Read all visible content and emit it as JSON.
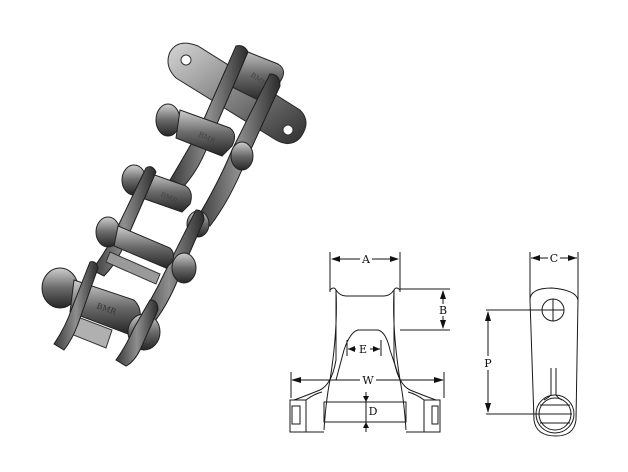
{
  "figure": {
    "title": "",
    "photo": {
      "subject": "roller-chain-with-attachment-photo",
      "stamp_text": "BMR"
    },
    "front_view": {
      "labels": {
        "A": "A",
        "B": "B",
        "E": "E",
        "W": "W",
        "D": "D"
      }
    },
    "side_view": {
      "labels": {
        "C": "C",
        "P": "P"
      }
    }
  },
  "colors": {
    "line": "#1a1a1a",
    "metal_dark": "#3b3b3b",
    "metal_mid": "#6e6e6e",
    "metal_light": "#b8b8b8",
    "background": "#ffffff"
  }
}
